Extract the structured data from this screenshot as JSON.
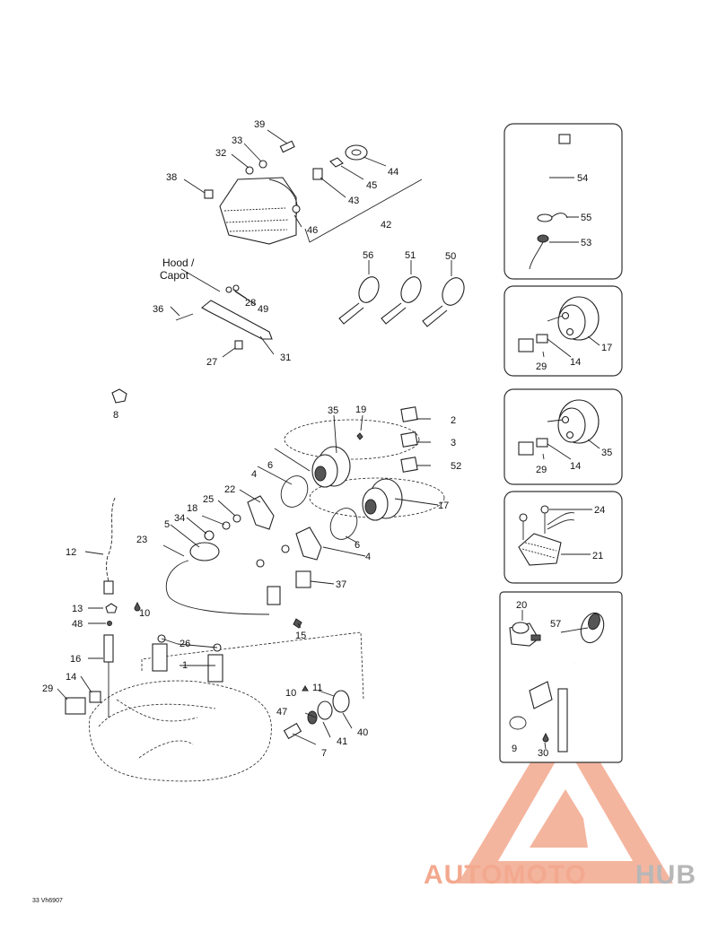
{
  "diagram": {
    "hood_label_line1": "Hood /",
    "hood_label_line2": "Capot",
    "reference_code": "33 Vh6907",
    "callouts": {
      "c1": "1",
      "c2": "2",
      "c3": "3",
      "c4a": "4",
      "c4b": "4",
      "c5": "5",
      "c6a": "6",
      "c6b": "6",
      "c7": "7",
      "c8": "8",
      "c9": "9",
      "c10a": "10",
      "c10b": "10",
      "c11": "11",
      "c12": "12",
      "c13": "13",
      "c14a": "14",
      "c14b": "14",
      "c14c": "14",
      "c15": "15",
      "c16": "16",
      "c17a": "17",
      "c17b": "17",
      "c18": "18",
      "c19": "19",
      "c20": "20",
      "c21": "21",
      "c22": "22",
      "c23": "23",
      "c24": "24",
      "c25": "25",
      "c26": "26",
      "c27": "27",
      "c28": "28",
      "c29a": "29",
      "c29b": "29",
      "c29c": "29",
      "c30": "30",
      "c31": "31",
      "c32": "32",
      "c33": "33",
      "c34": "34",
      "c35a": "35",
      "c35b": "35",
      "c36": "36",
      "c37": "37",
      "c38": "38",
      "c39": "39",
      "c40": "40",
      "c41": "41",
      "c42": "42",
      "c43": "43",
      "c44": "44",
      "c45": "45",
      "c46": "46",
      "c47": "47",
      "c48": "48",
      "c49": "49",
      "c50": "50",
      "c51": "51",
      "c52": "52",
      "c53": "53",
      "c54": "54",
      "c55": "55",
      "c56": "56",
      "c57": "57"
    }
  },
  "watermark": {
    "part1": "AUTOMOTO",
    "part2": "HUB",
    "color_primary": "#f3a98f",
    "color_secondary": "#b7b7b7"
  }
}
